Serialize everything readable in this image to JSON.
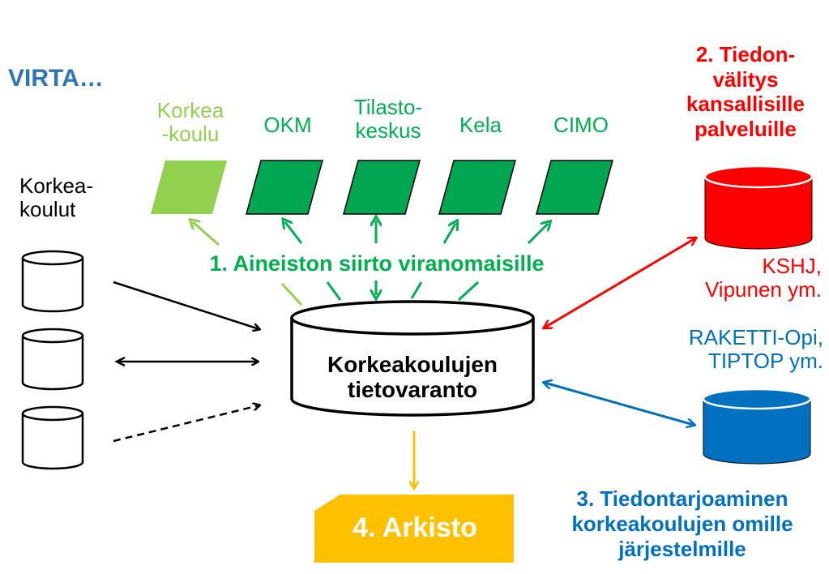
{
  "colors": {
    "blue_title": "#2e75b6",
    "green": "#00b050",
    "light_green": "#92d050",
    "dark_green": "#00a651",
    "red": "#ff0000",
    "blue": "#0070c0",
    "yellow": "#ffc000",
    "black": "#000000"
  },
  "title": "VIRTA…",
  "source_label": {
    "line1": "Korkea-",
    "line2": "koulut"
  },
  "authorities": [
    {
      "line1": "Korkea",
      "line2": "-koulu"
    },
    {
      "line1": "OKM",
      "line2": ""
    },
    {
      "line1": "Tilasto-",
      "line2": "keskus"
    },
    {
      "line1": "Kela",
      "line2": ""
    },
    {
      "line1": "CIMO",
      "line2": ""
    }
  ],
  "flow1_label": "1. Aineiston siirto viranomaisille",
  "central": {
    "line1": "Korkeakoulujen",
    "line2": "tietovaranto"
  },
  "flow2": {
    "line1": "2. Tiedon-",
    "line2": "välitys",
    "line3": "kansallisille",
    "line4": "palveluille"
  },
  "flow2_services": {
    "line1": "KSHJ,",
    "line2": "Vipunen ym."
  },
  "flow3_services": {
    "line1": "RAKETTI-Opi,",
    "line2": "TIPTOP ym."
  },
  "flow3": {
    "line1": "3. Tiedontarjoaminen",
    "line2": "korkeakoulujen omille",
    "line3": "järjestelmille"
  },
  "flow4_label": "4. Arkisto"
}
